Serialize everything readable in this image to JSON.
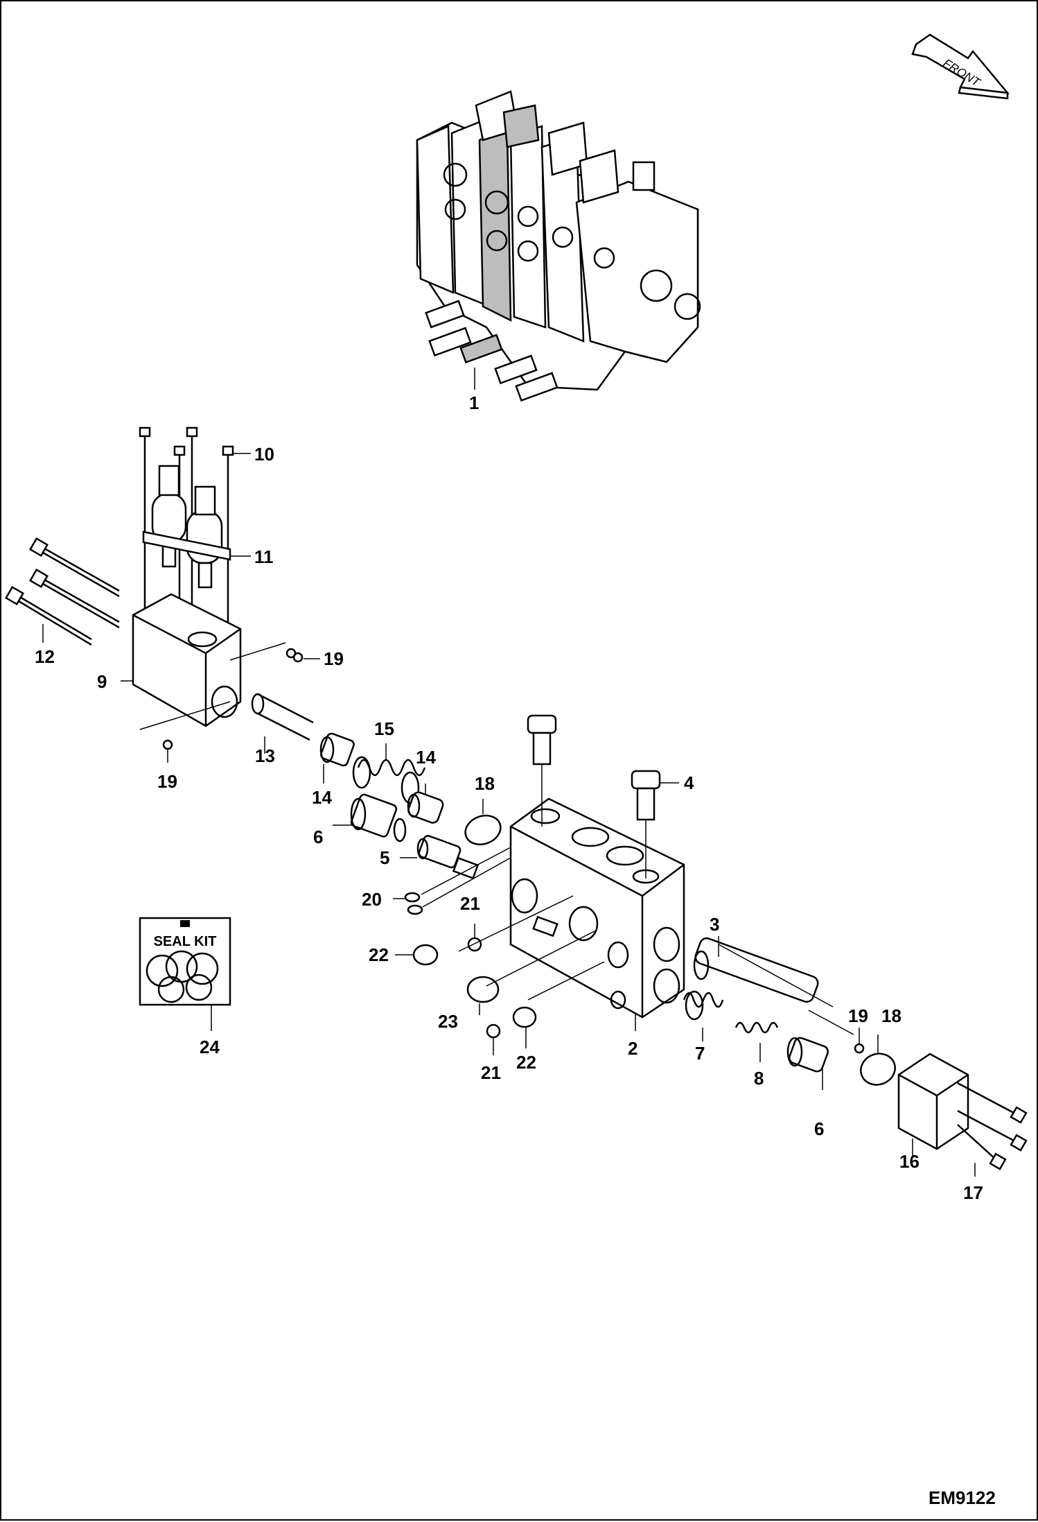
{
  "drawing": {
    "figure_code": "EM9122",
    "direction_label": "FRONT",
    "seal_kit_label": "SEAL KIT",
    "callouts": [
      {
        "id": "c1",
        "label": "1"
      },
      {
        "id": "c10",
        "label": "10"
      },
      {
        "id": "c11",
        "label": "11"
      },
      {
        "id": "c12",
        "label": "12"
      },
      {
        "id": "c9",
        "label": "9"
      },
      {
        "id": "c19a",
        "label": "19"
      },
      {
        "id": "c19b",
        "label": "19"
      },
      {
        "id": "c13",
        "label": "13"
      },
      {
        "id": "c15",
        "label": "15"
      },
      {
        "id": "c14a",
        "label": "14"
      },
      {
        "id": "c14b",
        "label": "14"
      },
      {
        "id": "c18a",
        "label": "18"
      },
      {
        "id": "c6a",
        "label": "6"
      },
      {
        "id": "c5",
        "label": "5"
      },
      {
        "id": "c4",
        "label": "4"
      },
      {
        "id": "c20",
        "label": "20"
      },
      {
        "id": "c21a",
        "label": "21"
      },
      {
        "id": "c22a",
        "label": "22"
      },
      {
        "id": "c3",
        "label": "3"
      },
      {
        "id": "c23",
        "label": "23"
      },
      {
        "id": "c21b",
        "label": "21"
      },
      {
        "id": "c22b",
        "label": "22"
      },
      {
        "id": "c2",
        "label": "2"
      },
      {
        "id": "c7",
        "label": "7"
      },
      {
        "id": "c8",
        "label": "8"
      },
      {
        "id": "c19c",
        "label": "19"
      },
      {
        "id": "c18b",
        "label": "18"
      },
      {
        "id": "c6b",
        "label": "6"
      },
      {
        "id": "c16",
        "label": "16"
      },
      {
        "id": "c17",
        "label": "17"
      },
      {
        "id": "c24",
        "label": "24"
      }
    ]
  }
}
